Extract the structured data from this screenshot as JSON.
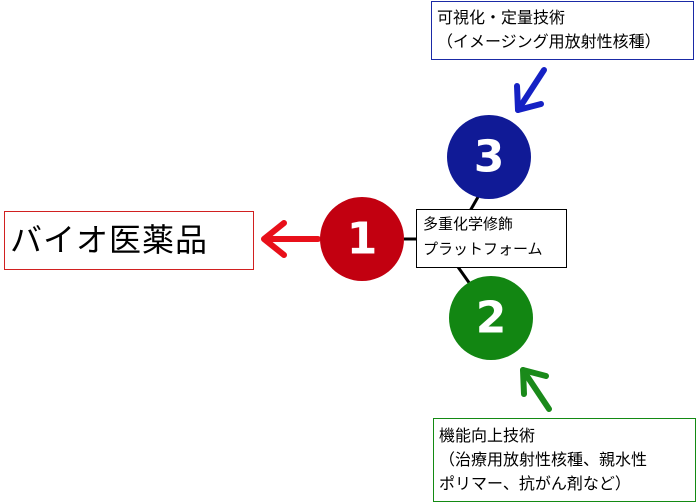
{
  "left_box": {
    "text": "バイオ医薬品"
  },
  "center_box": {
    "line1": "多重化学修飾",
    "line2": "プラットフォーム"
  },
  "nodes": [
    {
      "label": "1",
      "color": "#c20010"
    },
    {
      "label": "2",
      "color": "#128612"
    },
    {
      "label": "3",
      "color": "#101a96"
    }
  ],
  "blue_box": {
    "line1": "可視化・定量技術",
    "line2": "（イメージング用放射性核種）"
  },
  "green_box": {
    "line1": "機能向上技術",
    "line2": "（治療用放射性核種、親水性",
    "line3": "ポリマー、抗がん剤など）"
  },
  "arrow_colors": {
    "red": "#e8101a",
    "blue": "#1521c4",
    "green": "#1a8a1a"
  }
}
